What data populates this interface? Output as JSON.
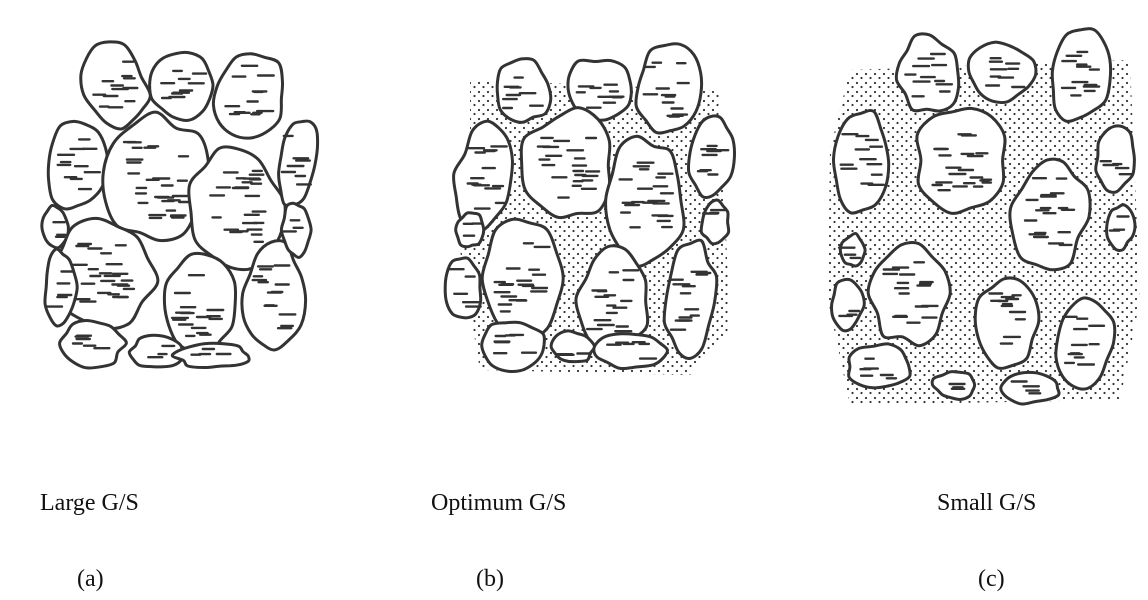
{
  "panels": [
    {
      "caption": "Large G/S",
      "label": "(a)",
      "filler": "none"
    },
    {
      "caption": "Optimum G/S",
      "label": "(b)",
      "filler": "partial"
    },
    {
      "caption": "Small G/S",
      "label": "(c)",
      "filler": "full"
    }
  ],
  "colors": {
    "ink": "#333333",
    "particle_fill": "#ffffff",
    "background": "#ffffff"
  }
}
